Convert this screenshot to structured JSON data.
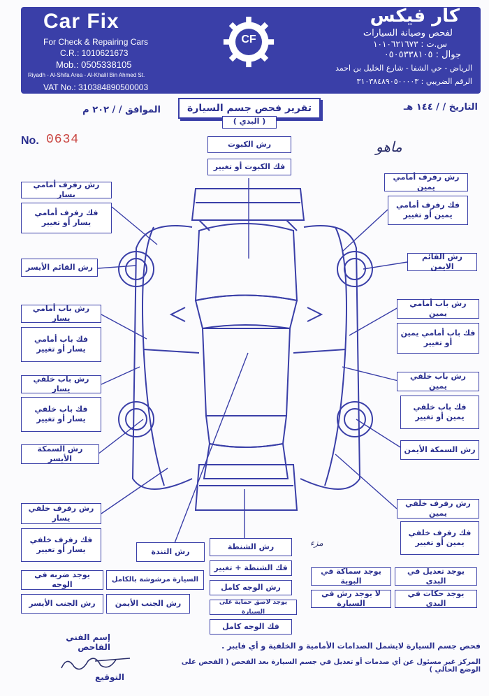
{
  "header": {
    "en_title": "Car   Fix",
    "en_subtitle": "For Check & Repairing Cars",
    "cr": "C.R.: 1010621673",
    "mob": "Mob.: 0505338105",
    "address": "Riyadh - Al-Shifa Area - Al-Khalil Bin Ahmed St.",
    "vat": "VAT No.: 310384890500003",
    "ar_title": "كار فيكس",
    "ar_subtitle": "لفحص وصيانة السيارات",
    "ar_cr": "س.ت : ١٠١٠٦٢١٦٧٣",
    "ar_mob": "جوال : ٠٥٠٥٣٣٨١٠٥",
    "ar_address": "الرياض - حي الشفا - شارع الخليل بن احمد",
    "ar_vat": "الرقم الضريبي : ٣١٠٣٨٤٨٩٠٥٠٠٠٠٣",
    "logo_text": "CF"
  },
  "form": {
    "date_label": "التاريخ   /   /   ١٤٤ هـ",
    "date_greg": "الموافق   /   /   ٢٠٢ م",
    "title": "تقرير فحص جسم السيارة",
    "subtitle": "( البدي )",
    "no_label": "No.",
    "no_value": "0634",
    "handwritten_top": "ماهو"
  },
  "labels": {
    "hood_paint": "رش الكبوت",
    "hood_change": "فك الكبوت أو تغيير",
    "fl_fender_paint": "رش رفرف أمامي يسار",
    "fl_fender_change": "فك رفرف أمامي يسار أو تغيير",
    "left_pillar": "رش القائم الأيسر",
    "fl_door_paint": "رش باب أمامي يسار",
    "fl_door_change": "فك باب أمامي يسار أو تغيير",
    "rl_door_paint": "رش باب خلفي يسار",
    "rl_door_change": "فك باب خلفي يسار أو تغيير",
    "left_sill": "رش السمكة الأيسر",
    "rl_fender_paint": "رش رفرف خلفي يسار",
    "rl_fender_change": "فك رفرف خلفي يسار أو تغيير",
    "fr_fender_paint": "رش رفرف أمامي يمين",
    "fr_fender_change": "فك رفرف أمامي يمين أو تغيير",
    "right_pillar": "رش القائم الايمن",
    "fr_door_paint": "رش باب أمامي يمين",
    "fr_door_change": "فك باب أمامي يمين أو تغيير",
    "rr_door_paint": "رش باب خلفي يمين",
    "rr_door_change": "فك باب خلفي يمين أو تغيير",
    "right_sill": "رش السمكة الأيمن",
    "rr_fender_paint": "رش رفرف خلفي يمين",
    "rr_fender_change": "فك رفرف خلفي يمين أو تغيير",
    "roof": "رش التندة",
    "trunk_paint": "رش الشنطة",
    "trunk_change": "فك الشنطة + تغيير",
    "full_face_paint": "رش الوجه كامل",
    "protection_sticker": "يوجد لاصق حماية على السيارة",
    "full_face_remove": "فك الوجه كامل",
    "front_hit": "يوجد ضربه في الوجه",
    "car_fully_painted": "السيارة مرشوشة بالكامل",
    "left_side_paint": "رش الجنب الأيسر",
    "right_side_paint": "رش الجنب الأيمن",
    "body_adjust": "يوجد تعديل في البدي",
    "body_move": "يوجد حكات في البدي",
    "door_putty": "يوجد سماكة في البوية",
    "no_paint": "لا يوجد رش في السيارة"
  },
  "footer": {
    "tech_name": "إسم الفني الفاحص",
    "signature": "التوقيع",
    "note1": "فحص جسم السيارة لايشمل الصدامات الأمامية و الخلفية و أي فايبر .",
    "note2": "المركز غير مسئول عن أي صدمات أو تعديل في جسم السيارة بعد الفحص ( الفحص على الوضع الحالي )",
    "handwritten_mark": "مزء"
  },
  "colors": {
    "brand": "#3a3fa8",
    "ink": "#2a2f8f",
    "number": "#c9433f"
  }
}
